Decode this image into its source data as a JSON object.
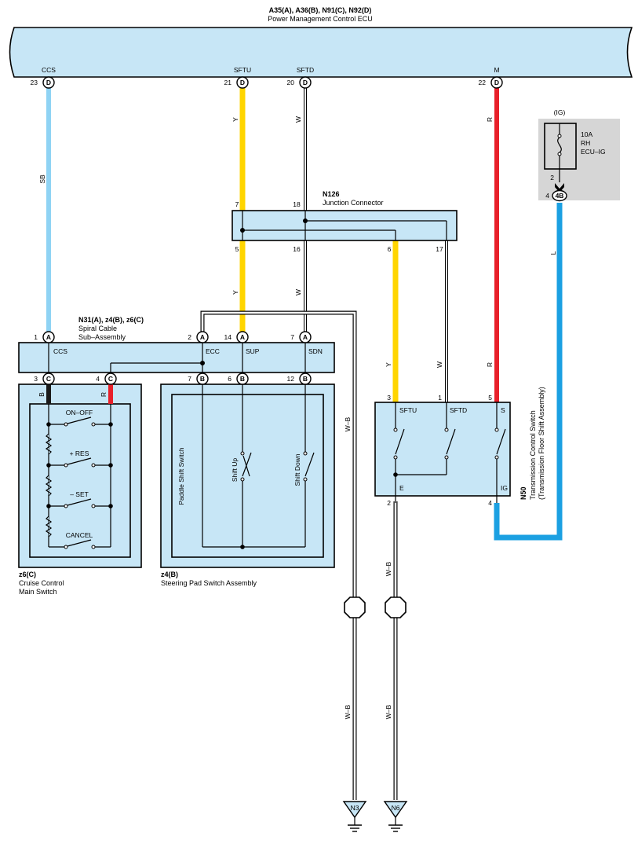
{
  "ecu": {
    "title": "A35(A), A36(B), N91(C), N92(D)",
    "subtitle": "Power Management Control ECU",
    "pins": [
      {
        "name": "CCS",
        "num": "23",
        "conn": "D"
      },
      {
        "name": "SFTU",
        "num": "21",
        "conn": "D"
      },
      {
        "name": "SFTD",
        "num": "20",
        "conn": "D"
      },
      {
        "name": "M",
        "num": "22",
        "conn": "D"
      }
    ]
  },
  "wires": {
    "ccs_color": "SB",
    "sftu_color": "Y",
    "sftd_color": "W",
    "m_color": "R",
    "ig_color": "L",
    "ground_color": "W–B",
    "colors": {
      "SB": "#8fd3f4",
      "Y": "#ffd500",
      "W": "#ffffff",
      "R": "#e8202a",
      "L": "#1ba0e2",
      "B": "#1a1a1a",
      "WB": "#ffffff"
    }
  },
  "fuse": {
    "label": "(IG)",
    "rating": "10A",
    "line2": "RH",
    "line3": "ECU–IG",
    "pin_top": "2",
    "pin_num": "4",
    "pin_conn": "4B"
  },
  "junction": {
    "id": "N126",
    "name": "Junction Connector",
    "top_pins": [
      "7",
      "18"
    ],
    "bottom_pins": [
      "5",
      "16",
      "6",
      "17"
    ]
  },
  "spiral": {
    "id": "N31(A), z4(B), z6(C)",
    "name1": "Spiral Cable",
    "name2": "Sub–Assembly",
    "top_pins": [
      {
        "num": "1",
        "conn": "A",
        "label": "CCS"
      },
      {
        "num": "2",
        "conn": "A",
        "label": "ECC"
      },
      {
        "num": "14",
        "conn": "A",
        "label": "SUP"
      },
      {
        "num": "7",
        "conn": "A",
        "label": "SDN"
      }
    ],
    "bottom_pins": [
      {
        "num": "3",
        "conn": "C"
      },
      {
        "num": "4",
        "conn": "C"
      },
      {
        "num": "7",
        "conn": "B"
      },
      {
        "num": "6",
        "conn": "B"
      },
      {
        "num": "12",
        "conn": "B"
      }
    ]
  },
  "cruise": {
    "id": "z6(C)",
    "name1": "Cruise Control",
    "name2": "Main Switch",
    "wire_left": "B",
    "wire_right": "R",
    "switches": [
      "ON–OFF",
      "+ RES",
      "– SET",
      "CANCEL"
    ]
  },
  "pad": {
    "id": "z4(B)",
    "name": "Steering Pad Switch Assembly",
    "paddle_label": "Paddle Shift Switch",
    "up_label": "Shift Up",
    "down_label": "Shift Down"
  },
  "trans": {
    "id": "N50",
    "name1": "Transmission Control Switch",
    "name2": "(Transmission Floor Shift Assembly)",
    "pins_top": [
      {
        "num": "3",
        "label": "SFTU"
      },
      {
        "num": "1",
        "label": "SFTD"
      },
      {
        "num": "5",
        "label": "S"
      }
    ],
    "pins_bottom": [
      {
        "num": "2",
        "label": "E"
      },
      {
        "num": "4",
        "label": "IG"
      }
    ]
  },
  "grounds": [
    "N3",
    "N6"
  ]
}
